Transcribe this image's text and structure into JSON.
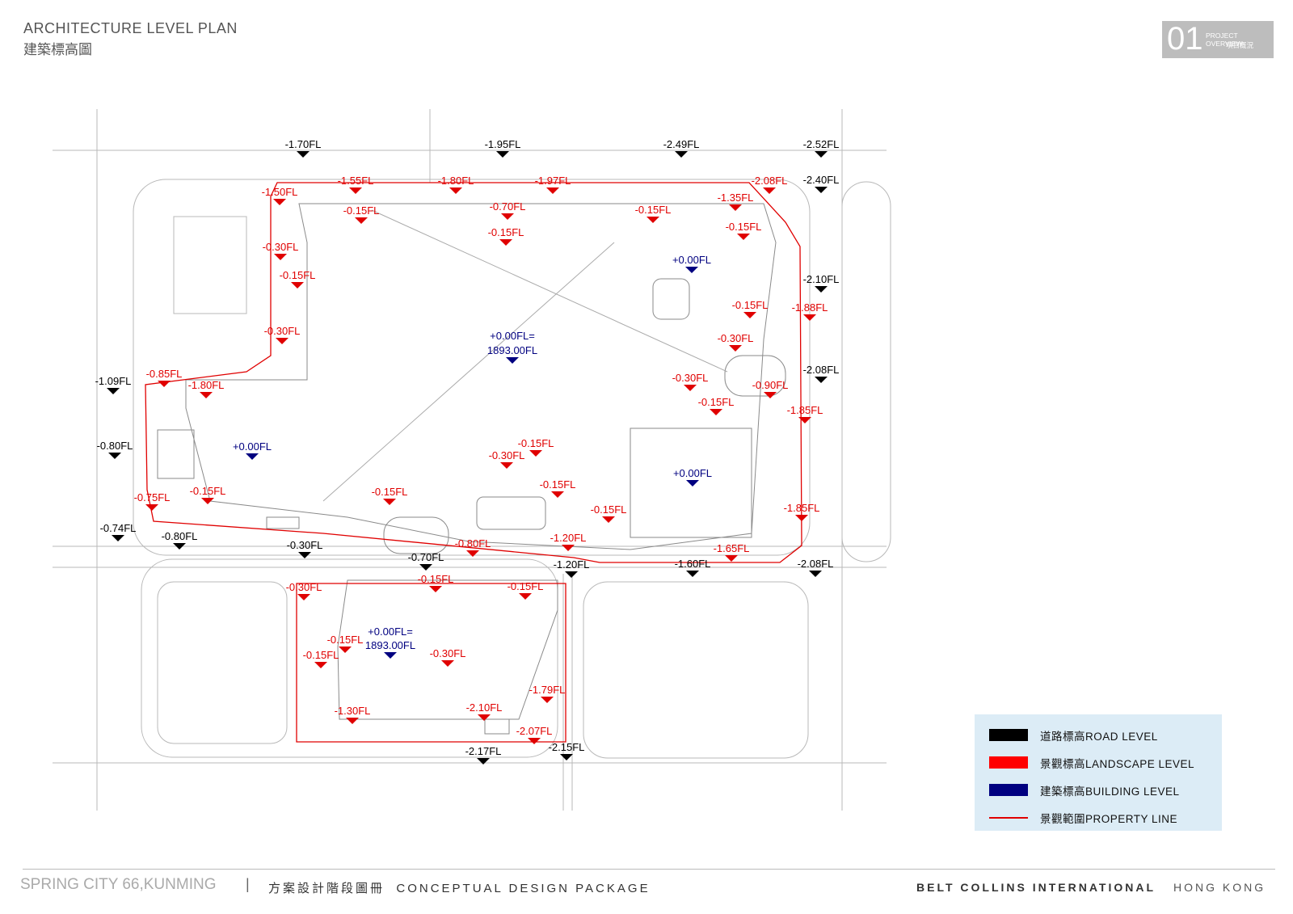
{
  "header": {
    "title": "ARCHITECTURE LEVEL PLAN",
    "subtitle": "建築標高圖",
    "badge_number": "01",
    "badge_en": "PROJECT OVERVIEW",
    "badge_zh": "項目概況"
  },
  "legend": {
    "items": [
      {
        "label": "道路標高ROAD LEVEL",
        "color": "#000000"
      },
      {
        "label": "景觀標高LANDSCAPE LEVEL",
        "color": "#ff0000"
      },
      {
        "label": "建築標高BUILDING LEVEL",
        "color": "#000080"
      },
      {
        "label": "景觀範圍PROPERTY LINE",
        "color": "#e00000"
      }
    ]
  },
  "colors": {
    "road": "#000000",
    "landscape": "#e00000",
    "building": "#000080",
    "line": "#b0b0b0"
  },
  "levels": {
    "road": [
      "-1.70FL",
      "-1.95FL",
      "-2.49FL",
      "-2.52FL",
      "-2.40FL",
      "-2.10FL",
      "-2.08FL",
      "-1.09FL",
      "-0.80FL",
      "-0.74FL",
      "-0.80FL",
      "-0.30FL",
      "-0.70FL",
      "-1.20FL",
      "-1.60FL",
      "-2.08FL",
      "-2.17FL",
      "-2.15FL"
    ],
    "landscape": [
      "-1.55FL",
      "-1.80FL",
      "-1.97FL",
      "-2.08FL",
      "-1.50FL",
      "-0.15FL",
      "-0.70FL",
      "-0.15FL",
      "-1.35FL",
      "-0.15FL",
      "-0.15FL",
      "-0.30FL",
      "-0.15FL",
      "-0.15FL",
      "-1.88FL",
      "-0.30FL",
      "-0.30FL",
      "-0.85FL",
      "-1.80FL",
      "-0.30FL",
      "-0.90FL",
      "-0.15FL",
      "-1.85FL",
      "-0.15FL",
      "-0.30FL",
      "-0.75FL",
      "-0.15FL",
      "-0.15FL",
      "-0.15FL",
      "-0.15FL",
      "-1.85FL",
      "-1.20FL",
      "-0.80FL",
      "-1.65FL",
      "-0.30FL",
      "-0.15FL",
      "-0.15FL",
      "-0.15FL",
      "-0.30FL",
      "-0.15FL",
      "-1.79FL",
      "-1.30FL",
      "-2.10FL",
      "-2.07FL"
    ],
    "building": [
      "+0.00FL",
      "+0.00FL=",
      "1893.00FL",
      "+0.00FL",
      "+0.00FL",
      "+0.00FL=",
      "1893.00FL"
    ]
  },
  "footer": {
    "project": "SPRING CITY 66,KUNMING",
    "separator": "|",
    "package_zh": "方案設計階段圖冊",
    "package_en": "CONCEPTUAL DESIGN PACKAGE",
    "company": "BELT COLLINS INTERNATIONAL",
    "city": "HONG KONG"
  }
}
